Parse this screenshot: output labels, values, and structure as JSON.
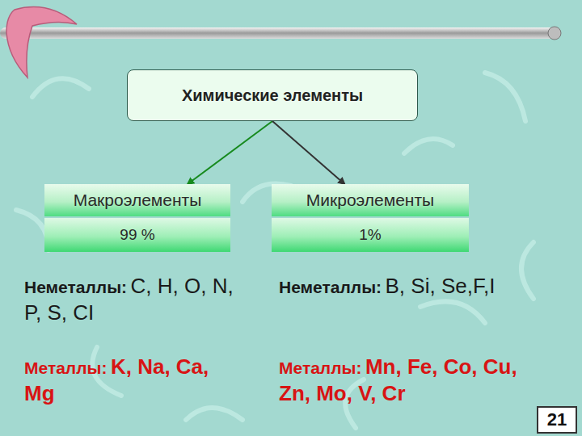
{
  "diagram": {
    "nodes": [
      {
        "text": [
          "Химические элементы"
        ]
      },
      {
        "text": [
          "Макроэлементы",
          "99 %"
        ]
      },
      {
        "text": [
          "Микроэлементы",
          "1%"
        ]
      }
    ],
    "edges": [
      {
        "from": 0,
        "to": 1,
        "arrow": "to"
      },
      {
        "from": 0,
        "to": 2,
        "arrow": "to"
      }
    ],
    "labels": [
      "Неметаллы:",
      "C, H, O, N, P, S, CI",
      "Металлы:",
      "K, Na, Ca, Mg",
      "Неметаллы:",
      "B, Si, Se,F,I",
      "Металлы:",
      "Mn, Fe, Co, Cu, Zn, Mo, V, Cr",
      "21"
    ]
  }
}
